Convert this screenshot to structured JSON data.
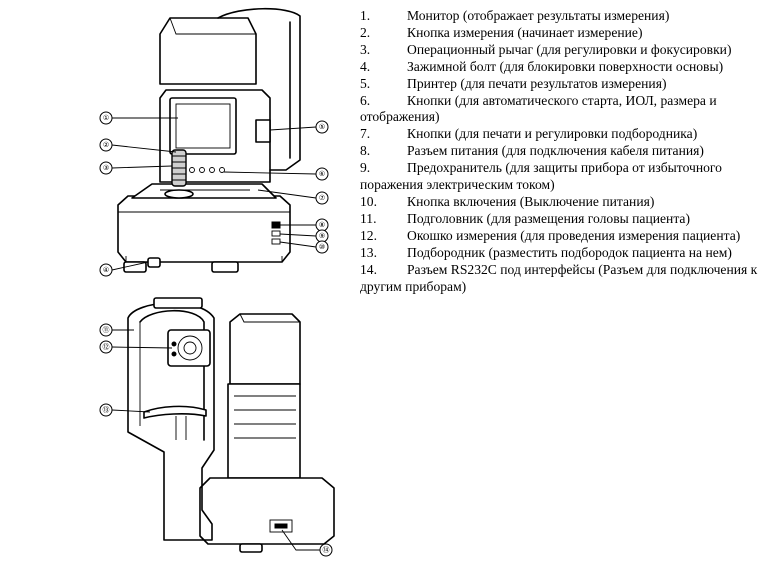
{
  "callouts": [
    "①",
    "②",
    "③",
    "④",
    "⑤",
    "⑥",
    "⑦",
    "⑧",
    "⑨",
    "⑩",
    "⑪",
    "⑫",
    "⑬",
    "⑭"
  ],
  "legend": [
    {
      "num": "1.",
      "text": "Монитор (отображает результаты измерения)"
    },
    {
      "num": "2.",
      "text": "Кнопка измерения (начинает измерение)"
    },
    {
      "num": "3.",
      "text": "Операционный рычаг (для регулировки и фокусировки)"
    },
    {
      "num": "4.",
      "text": "Зажимной болт (для блокировки поверхности основы)"
    },
    {
      "num": "5.",
      "text": "Принтер (для печати результатов измерения)"
    },
    {
      "num": "6.",
      "text": "Кнопки (для автоматического старта, ИОЛ, размера и отображения)"
    },
    {
      "num": "7.",
      "text": "Кнопки (для печати и регулировки подбородника)"
    },
    {
      "num": "8.",
      "text": "Разъем питания (для подключения кабеля питания)"
    },
    {
      "num": "9.",
      "text": "Предохранитель (для защиты  прибора от избыточного поражения электрическим током)"
    },
    {
      "num": "10.",
      "text": "Кнопка включения (Выключение питания)"
    },
    {
      "num": "11.",
      "text": "Подголовник (для размещения головы пациента)"
    },
    {
      "num": "12.",
      "text": "Окошко измерения (для проведения измерения пациента)"
    },
    {
      "num": "13.",
      "text": "Подбородник (разместить подбородок пациента на нем)"
    },
    {
      "num": "14.",
      "text": "Разъем RS232C под интерфейсы (Разъем для подключения к другим приборам)"
    }
  ]
}
